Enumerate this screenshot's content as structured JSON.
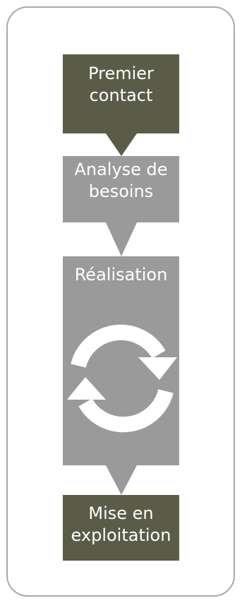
{
  "diagram": {
    "steps": [
      {
        "label": "Premier\ncontact",
        "color": "#5a5c47"
      },
      {
        "label": "Analyse de\nbesoins",
        "color": "#9a9a9a"
      },
      {
        "label": "Réalisation",
        "color": "#9a9a9a",
        "icon": "cycle-refresh-icon"
      },
      {
        "label": "Mise en\nexploitation",
        "color": "#5a5c47"
      }
    ]
  },
  "colors": {
    "dark": "#5a5c47",
    "grey": "#9a9a9a",
    "frame_border": "#a9a9a9"
  }
}
